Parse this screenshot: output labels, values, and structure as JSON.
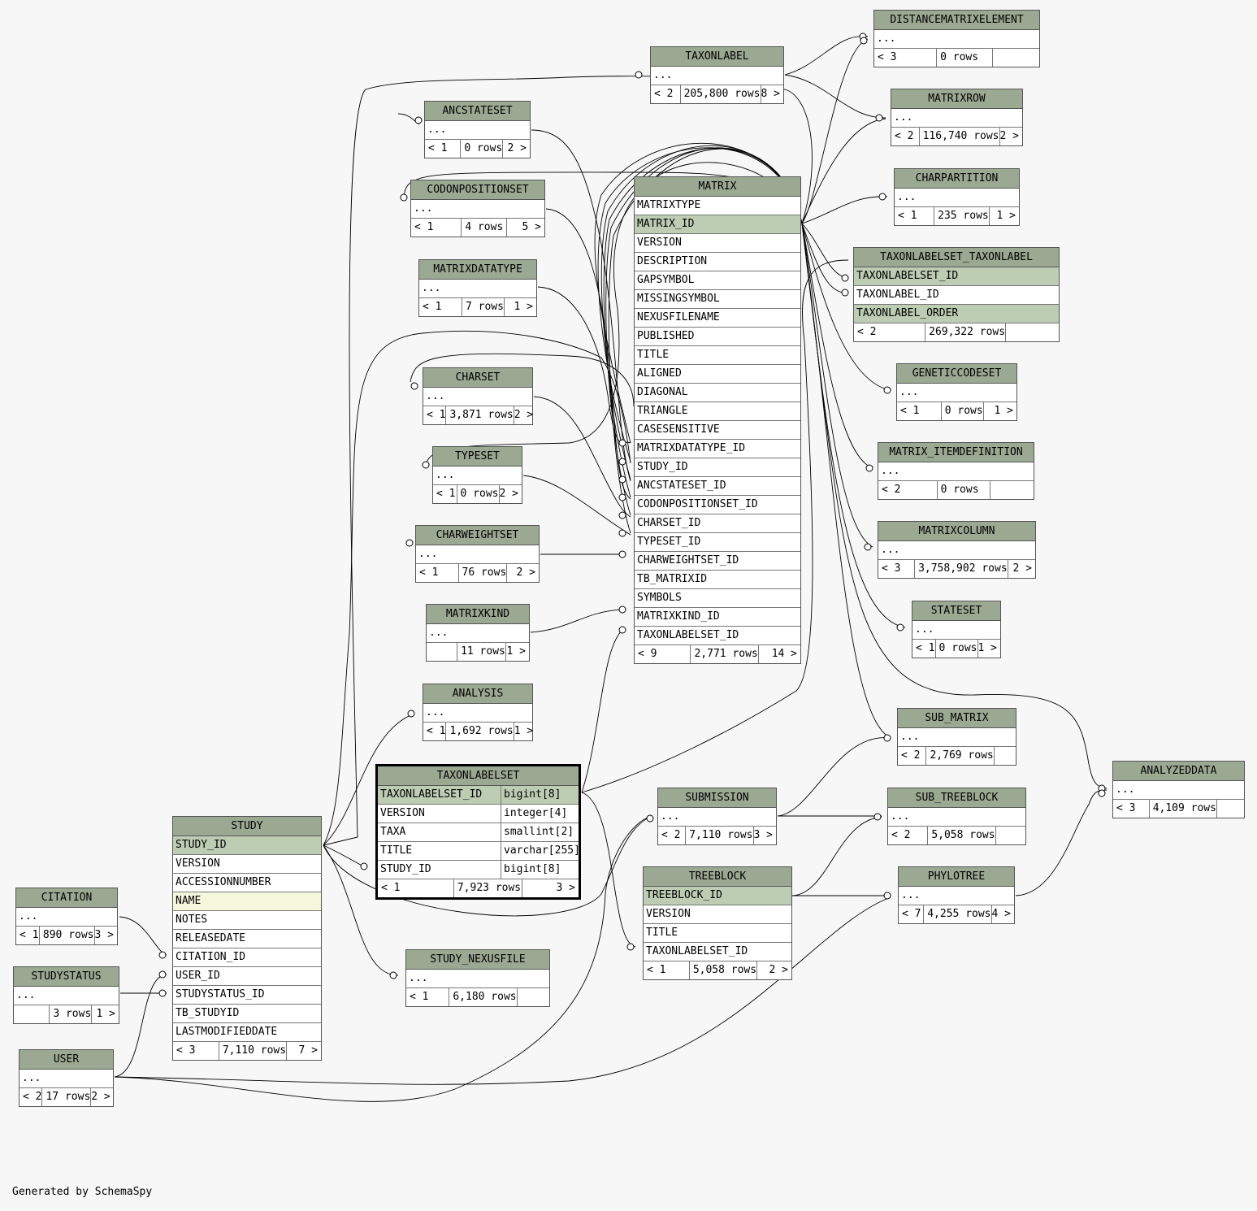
{
  "footer": "Generated by SchemaSpy",
  "tables": [
    {
      "id": "taxonlabel",
      "name": "TAXONLABEL",
      "rows": [
        "..."
      ],
      "parents": "< 2",
      "count": "205,800 rows",
      "children": "8 >"
    },
    {
      "id": "distancematrixelement",
      "name": "DISTANCEMATRIXELEMENT",
      "rows": [
        "..."
      ],
      "parents": "< 3",
      "count": "0 rows",
      "children": ""
    },
    {
      "id": "matrixrow",
      "name": "MATRIXROW",
      "rows": [
        "..."
      ],
      "parents": "< 2",
      "count": "116,740 rows",
      "children": "2 >"
    },
    {
      "id": "charpartition",
      "name": "CHARPARTITION",
      "rows": [
        "..."
      ],
      "parents": "< 1",
      "count": "235 rows",
      "children": "1 >"
    },
    {
      "id": "ancstateset",
      "name": "ANCSTATESET",
      "rows": [
        "..."
      ],
      "parents": "< 1",
      "count": "0 rows",
      "children": "2 >"
    },
    {
      "id": "codonpositionset",
      "name": "CODONPOSITIONSET",
      "rows": [
        "..."
      ],
      "parents": "< 1",
      "count": "4 rows",
      "children": "5 >"
    },
    {
      "id": "matrixdatatype",
      "name": "MATRIXDATATYPE",
      "rows": [
        "..."
      ],
      "parents": "< 1",
      "count": "7 rows",
      "children": "1 >"
    },
    {
      "id": "charset",
      "name": "CHARSET",
      "rows": [
        "..."
      ],
      "parents": "< 1",
      "count": "3,871 rows",
      "children": "2 >"
    },
    {
      "id": "typeset",
      "name": "TYPESET",
      "rows": [
        "..."
      ],
      "parents": "< 1",
      "count": "0 rows",
      "children": "2 >"
    },
    {
      "id": "charweightset",
      "name": "CHARWEIGHTSET",
      "rows": [
        "..."
      ],
      "parents": "< 1",
      "count": "76 rows",
      "children": "2 >"
    },
    {
      "id": "matrixkind",
      "name": "MATRIXKIND",
      "rows": [
        "..."
      ],
      "parents": "",
      "count": "11 rows",
      "children": "1 >"
    },
    {
      "id": "analysis",
      "name": "ANALYSIS",
      "rows": [
        "..."
      ],
      "parents": "< 1",
      "count": "1,692 rows",
      "children": "1 >"
    },
    {
      "id": "matrix",
      "name": "MATRIX",
      "rows": [
        "MATRIXTYPE",
        "MATRIX_ID",
        "VERSION",
        "DESCRIPTION",
        "GAPSYMBOL",
        "MISSINGSYMBOL",
        "NEXUSFILENAME",
        "PUBLISHED",
        "TITLE",
        "ALIGNED",
        "DIAGONAL",
        "TRIANGLE",
        "CASESENSITIVE",
        "MATRIXDATATYPE_ID",
        "STUDY_ID",
        "ANCSTATESET_ID",
        "CODONPOSITIONSET_ID",
        "CHARSET_ID",
        "TYPESET_ID",
        "CHARWEIGHTSET_ID",
        "TB_MATRIXID",
        "SYMBOLS",
        "MATRIXKIND_ID",
        "TAXONLABELSET_ID"
      ],
      "pk": [
        1
      ],
      "parents": "< 9",
      "count": "2,771 rows",
      "children": "14 >"
    },
    {
      "id": "taxonlabelset_taxonlabel",
      "name": "TAXONLABELSET_TAXONLABEL",
      "rows": [
        "TAXONLABELSET_ID",
        "TAXONLABEL_ID",
        "TAXONLABEL_ORDER"
      ],
      "pk": [
        0,
        2
      ],
      "parents": "< 2",
      "count": "269,322 rows",
      "children": ""
    },
    {
      "id": "geneticcodeset",
      "name": "GENETICCODESET",
      "rows": [
        "..."
      ],
      "parents": "< 1",
      "count": "0 rows",
      "children": "1 >"
    },
    {
      "id": "matrix_itemdefinition",
      "name": "MATRIX_ITEMDEFINITION",
      "rows": [
        "..."
      ],
      "parents": "< 2",
      "count": "0 rows",
      "children": ""
    },
    {
      "id": "matrixcolumn",
      "name": "MATRIXCOLUMN",
      "rows": [
        "..."
      ],
      "parents": "< 3",
      "count": "3,758,902 rows",
      "children": "2 >"
    },
    {
      "id": "stateset",
      "name": "STATESET",
      "rows": [
        "..."
      ],
      "parents": "< 1",
      "count": "0 rows",
      "children": "1 >"
    },
    {
      "id": "sub_matrix",
      "name": "SUB_MATRIX",
      "rows": [
        "..."
      ],
      "parents": "< 2",
      "count": "2,769 rows",
      "children": ""
    },
    {
      "id": "analyzeddata",
      "name": "ANALYZEDDATA",
      "rows": [
        "..."
      ],
      "parents": "< 3",
      "count": "4,109 rows",
      "children": ""
    },
    {
      "id": "taxonlabelset",
      "name": "TAXONLABELSET",
      "rows": [
        "TAXONLABELSET_ID",
        "VERSION",
        "TAXA",
        "TITLE",
        "STUDY_ID"
      ],
      "types": [
        "bigint[8]",
        "integer[4]",
        "smallint[2]",
        "varchar[255]",
        "bigint[8]"
      ],
      "pk": [
        0
      ],
      "focus": true,
      "parents": "< 1",
      "count": "7,923 rows",
      "children": "3 >"
    },
    {
      "id": "submission",
      "name": "SUBMISSION",
      "rows": [
        "..."
      ],
      "parents": "< 2",
      "count": "7,110 rows",
      "children": "3 >"
    },
    {
      "id": "sub_treeblock",
      "name": "SUB_TREEBLOCK",
      "rows": [
        "..."
      ],
      "parents": "< 2",
      "count": "5,058 rows",
      "children": ""
    },
    {
      "id": "treeblock",
      "name": "TREEBLOCK",
      "rows": [
        "TREEBLOCK_ID",
        "VERSION",
        "TITLE",
        "TAXONLABELSET_ID"
      ],
      "pk": [
        0
      ],
      "parents": "< 1",
      "count": "5,058 rows",
      "children": "2 >"
    },
    {
      "id": "phylotree",
      "name": "PHYLOTREE",
      "rows": [
        "..."
      ],
      "parents": "< 7",
      "count": "4,255 rows",
      "children": "4 >"
    },
    {
      "id": "study",
      "name": "STUDY",
      "rows": [
        "STUDY_ID",
        "VERSION",
        "ACCESSIONNUMBER",
        "NAME",
        "NOTES",
        "RELEASEDATE",
        "CITATION_ID",
        "USER_ID",
        "STUDYSTATUS_ID",
        "TB_STUDYID",
        "LASTMODIFIEDDATE"
      ],
      "pk": [
        0
      ],
      "idx": [
        3
      ],
      "parents": "< 3",
      "count": "7,110 rows",
      "children": "7 >"
    },
    {
      "id": "study_nexusfile",
      "name": "STUDY_NEXUSFILE",
      "rows": [
        "..."
      ],
      "parents": "< 1",
      "count": "6,180 rows",
      "children": ""
    },
    {
      "id": "citation",
      "name": "CITATION",
      "rows": [
        "..."
      ],
      "parents": "< 1",
      "count": "890 rows",
      "children": "3 >"
    },
    {
      "id": "studystatus",
      "name": "STUDYSTATUS",
      "rows": [
        "..."
      ],
      "parents": "",
      "count": "3 rows",
      "children": "1 >"
    },
    {
      "id": "user",
      "name": "USER",
      "rows": [
        "..."
      ],
      "parents": "< 2",
      "count": "17 rows",
      "children": "2 >"
    }
  ]
}
